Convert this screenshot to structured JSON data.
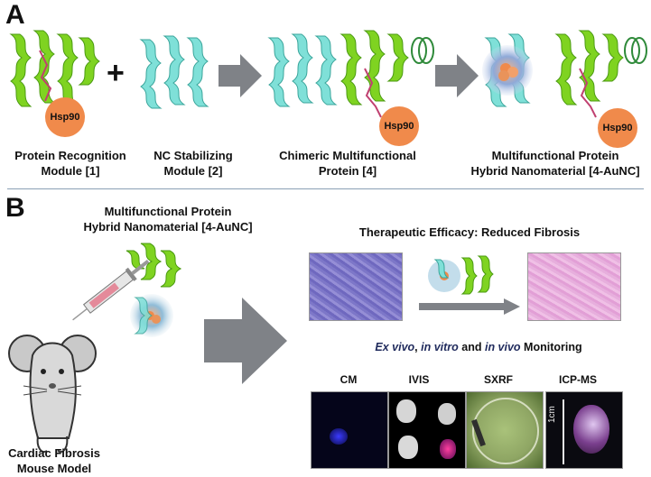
{
  "panel_a": {
    "letter": "A",
    "hsp_label": "Hsp90",
    "plus": "+",
    "captions": [
      {
        "line1": "Protein Recognition",
        "line2": "Module [1]"
      },
      {
        "line1": "NC Stabilizing",
        "line2": "Module [2]"
      },
      {
        "line1": "Chimeric Multifunctional",
        "line2": "Protein [4]"
      },
      {
        "line1": "Multifunctional Protein",
        "line2": "Hybrid Nanomaterial [4-AuNC]"
      }
    ]
  },
  "panel_b": {
    "letter": "B",
    "nanomaterial_title": {
      "line1": "Multifunctional Protein",
      "line2": "Hybrid Nanomaterial [4-AuNC]"
    },
    "model_caption": {
      "line1": "Cardiac Fibrosis",
      "line2": "Mouse Model"
    },
    "efficacy_title": "Therapeutic Efficacy: Reduced Fibrosis",
    "monitoring": {
      "part1": "Ex vivo",
      "sep1": ", ",
      "part2": "in vitro",
      "sep2": " and ",
      "part3": "in vivo",
      "part4": " Monitoring"
    },
    "imaging": [
      {
        "label": "CM"
      },
      {
        "label": "IVIS"
      },
      {
        "label": "SXRF"
      },
      {
        "label": "ICP-MS"
      }
    ],
    "scale_label": "1cm"
  },
  "colors": {
    "protein_green": "#7fd321",
    "protein_cyan": "#7fe0d8",
    "hsp": "#f08a4b",
    "arrow_gray": "#7f8287",
    "tissue_before": "#7f79c9",
    "tissue_after": "#e6a9da"
  }
}
